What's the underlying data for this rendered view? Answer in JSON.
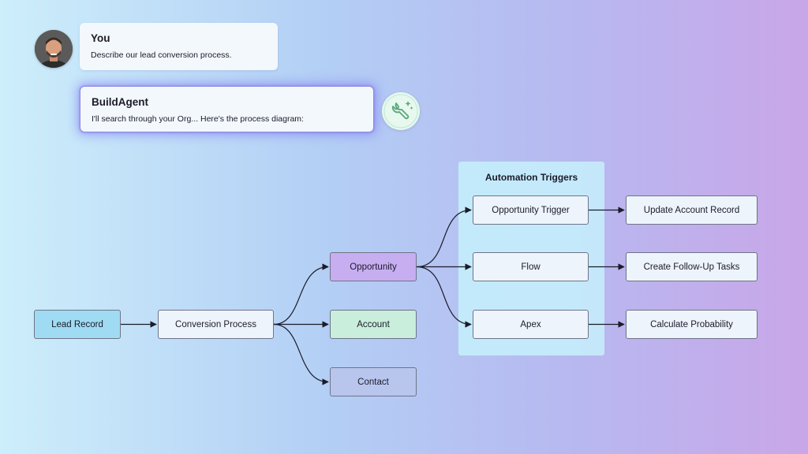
{
  "chat": {
    "user": {
      "name": "You",
      "message": "Describe our lead conversion process."
    },
    "agent": {
      "name": "BuildAgent",
      "message": "I'll search through your Org... Here's the process diagram:"
    }
  },
  "icons": {
    "user_avatar": "user-avatar",
    "agent_badge": "wrench-sparkle-icon"
  },
  "diagram": {
    "automation_title": "Automation Triggers",
    "nodes": {
      "lead_record": "Lead Record",
      "conversion_process": "Conversion Process",
      "opportunity": "Opportunity",
      "account": "Account",
      "contact": "Contact",
      "opportunity_trigger": "Opportunity Trigger",
      "flow": "Flow",
      "apex": "Apex",
      "update_account_record": "Update Account Record",
      "create_follow_up_tasks": "Create Follow-Up Tasks",
      "calculate_probability": "Calculate Probability"
    },
    "edges": [
      [
        "lead_record",
        "conversion_process"
      ],
      [
        "conversion_process",
        "opportunity"
      ],
      [
        "conversion_process",
        "account"
      ],
      [
        "conversion_process",
        "contact"
      ],
      [
        "opportunity",
        "opportunity_trigger"
      ],
      [
        "opportunity",
        "flow"
      ],
      [
        "opportunity",
        "apex"
      ],
      [
        "opportunity_trigger",
        "update_account_record"
      ],
      [
        "flow",
        "create_follow_up_tasks"
      ],
      [
        "apex",
        "calculate_probability"
      ]
    ]
  },
  "colors": {
    "lead_record": "#9fdcf3",
    "opportunity": "#c7aef0",
    "account": "#c9eedb",
    "contact": "#b8c6ee",
    "automation_panel": "#c6f1fc",
    "agent_glow": "#8f86e6"
  }
}
